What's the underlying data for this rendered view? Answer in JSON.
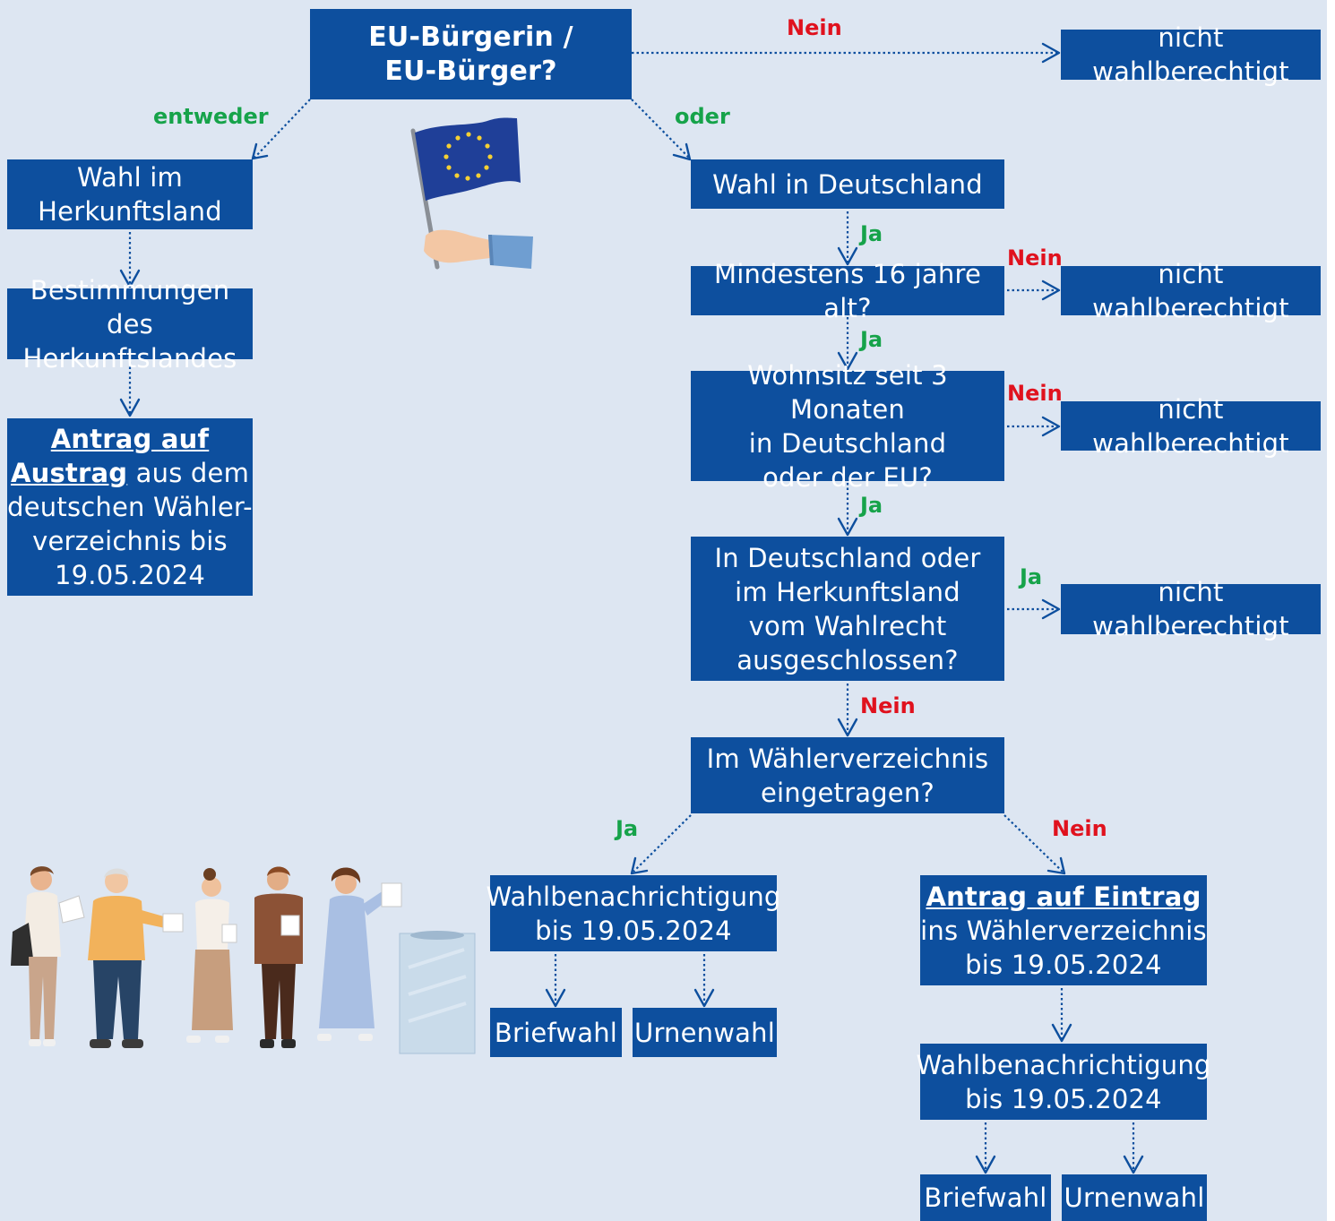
{
  "colors": {
    "background": "#dde6f2",
    "box": "#0d4f9e",
    "box_text": "#ffffff",
    "yes": "#16a34a",
    "no": "#e0121e",
    "arrow": "#0d4f9e"
  },
  "nodes": {
    "start": [
      "EU-Bürgerin /",
      "EU-Bürger?"
    ],
    "not_eligible_1": "nicht wahlberechtigt",
    "origin_vote": [
      "Wahl im",
      "Herkunftsland"
    ],
    "origin_rules": [
      "Bestimmungen des",
      "Herkunftslandes"
    ],
    "removal_request": {
      "u1": "Antrag auf",
      "u2": "Austrag",
      "rest2": " aus dem",
      "l3": "deutschen Wähler-",
      "l4": "verzeichnis bis",
      "l5": "19.05.2024"
    },
    "germany_vote": "Wahl in Deutschland",
    "age_check": "Mindestens 16 jahre alt?",
    "not_eligible_2": "nicht wahlberechtigt",
    "residence_check": [
      "Wohnsitz seit 3 Monaten",
      "in Deutschland",
      "oder der EU?"
    ],
    "not_eligible_3": "nicht wahlberechtigt",
    "exclusion_check": [
      "In Deutschland oder",
      "im Herkunftsland",
      "vom Wahlrecht",
      "ausgeschlossen?"
    ],
    "not_eligible_4": "nicht wahlberechtigt",
    "register_check": [
      "Im Wählerverzeichnis",
      "eingetragen?"
    ],
    "notification_left": [
      "Wahlbenachrichtigung",
      "bis 19.05.2024"
    ],
    "postal_left": "Briefwahl",
    "ballot_left": "Urnenwahl",
    "entry_request": {
      "u1": "Antrag auf Eintrag",
      "l2": "ins Wählerverzeichnis",
      "l3": "bis 19.05.2024"
    },
    "notification_right": [
      "Wahlbenachrichtigung",
      "bis 19.05.2024"
    ],
    "postal_right": "Briefwahl",
    "ballot_right": "Urnenwahl"
  },
  "labels": {
    "no_top": "Nein",
    "either": "entweder",
    "or": "oder",
    "yes_1": "Ja",
    "no_age": "Nein",
    "yes_2": "Ja",
    "no_residence": "Nein",
    "yes_3": "Ja",
    "yes_exclusion": "Ja",
    "no_exclusion": "Nein",
    "yes_register": "Ja",
    "no_register": "Nein"
  },
  "illustrations": [
    "eu-flag-in-hand",
    "people-queue",
    "ballot-box"
  ]
}
